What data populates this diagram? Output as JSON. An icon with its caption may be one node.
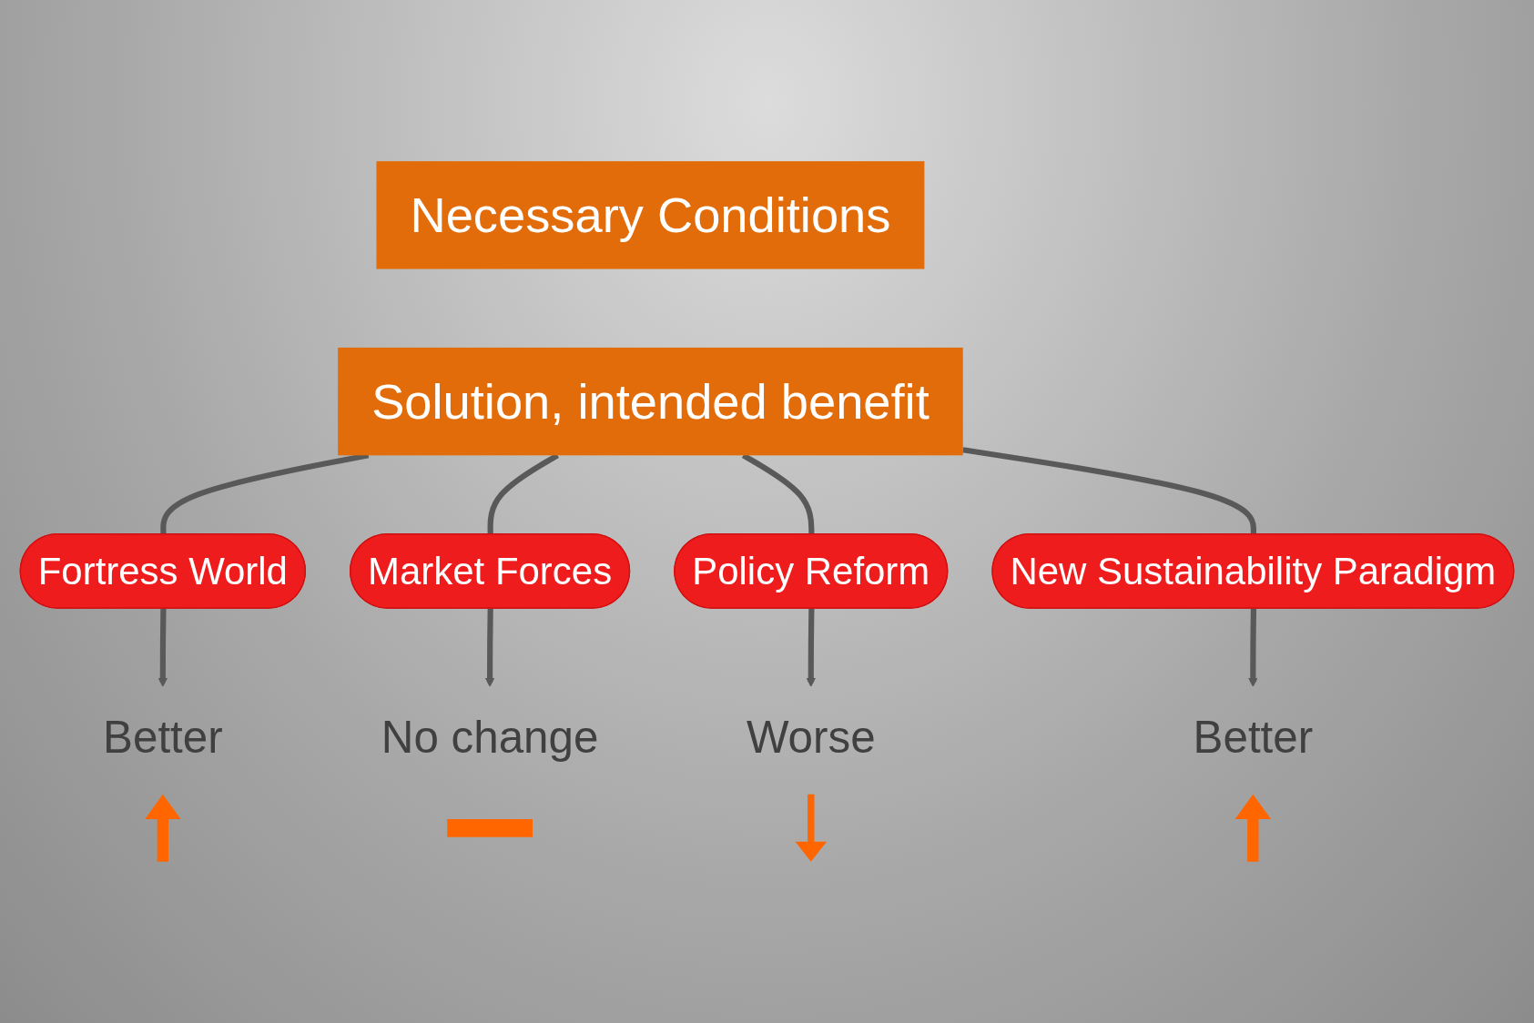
{
  "diagram": {
    "nodes": [
      {
        "text": [
          "Solution, intended benefit"
        ]
      },
      {
        "text": [
          "Necessary Conditions"
        ]
      },
      {
        "text": [
          "Fortress World"
        ]
      },
      {
        "text": [
          "Market Forces"
        ]
      },
      {
        "text": [
          "Policy Reform"
        ]
      },
      {
        "text": [
          "New Sustainability Paradigm"
        ]
      },
      {
        "text": [
          "Better"
        ]
      },
      {
        "text": [
          "No change"
        ]
      },
      {
        "text": [
          "Worse"
        ]
      },
      {
        "text": [
          "Better"
        ]
      }
    ],
    "edges": [
      {
        "from": 0,
        "to": 2,
        "arrow": "none"
      },
      {
        "from": 2,
        "to": 6,
        "arrow": "to"
      },
      {
        "from": 0,
        "to": 3,
        "arrow": "none"
      },
      {
        "from": 3,
        "to": 7,
        "arrow": "to"
      },
      {
        "from": 0,
        "to": 4,
        "arrow": "none"
      },
      {
        "from": 4,
        "to": 8,
        "arrow": "to"
      },
      {
        "from": 0,
        "to": 5,
        "arrow": "none"
      },
      {
        "from": 5,
        "to": 9,
        "arrow": "to"
      }
    ]
  }
}
